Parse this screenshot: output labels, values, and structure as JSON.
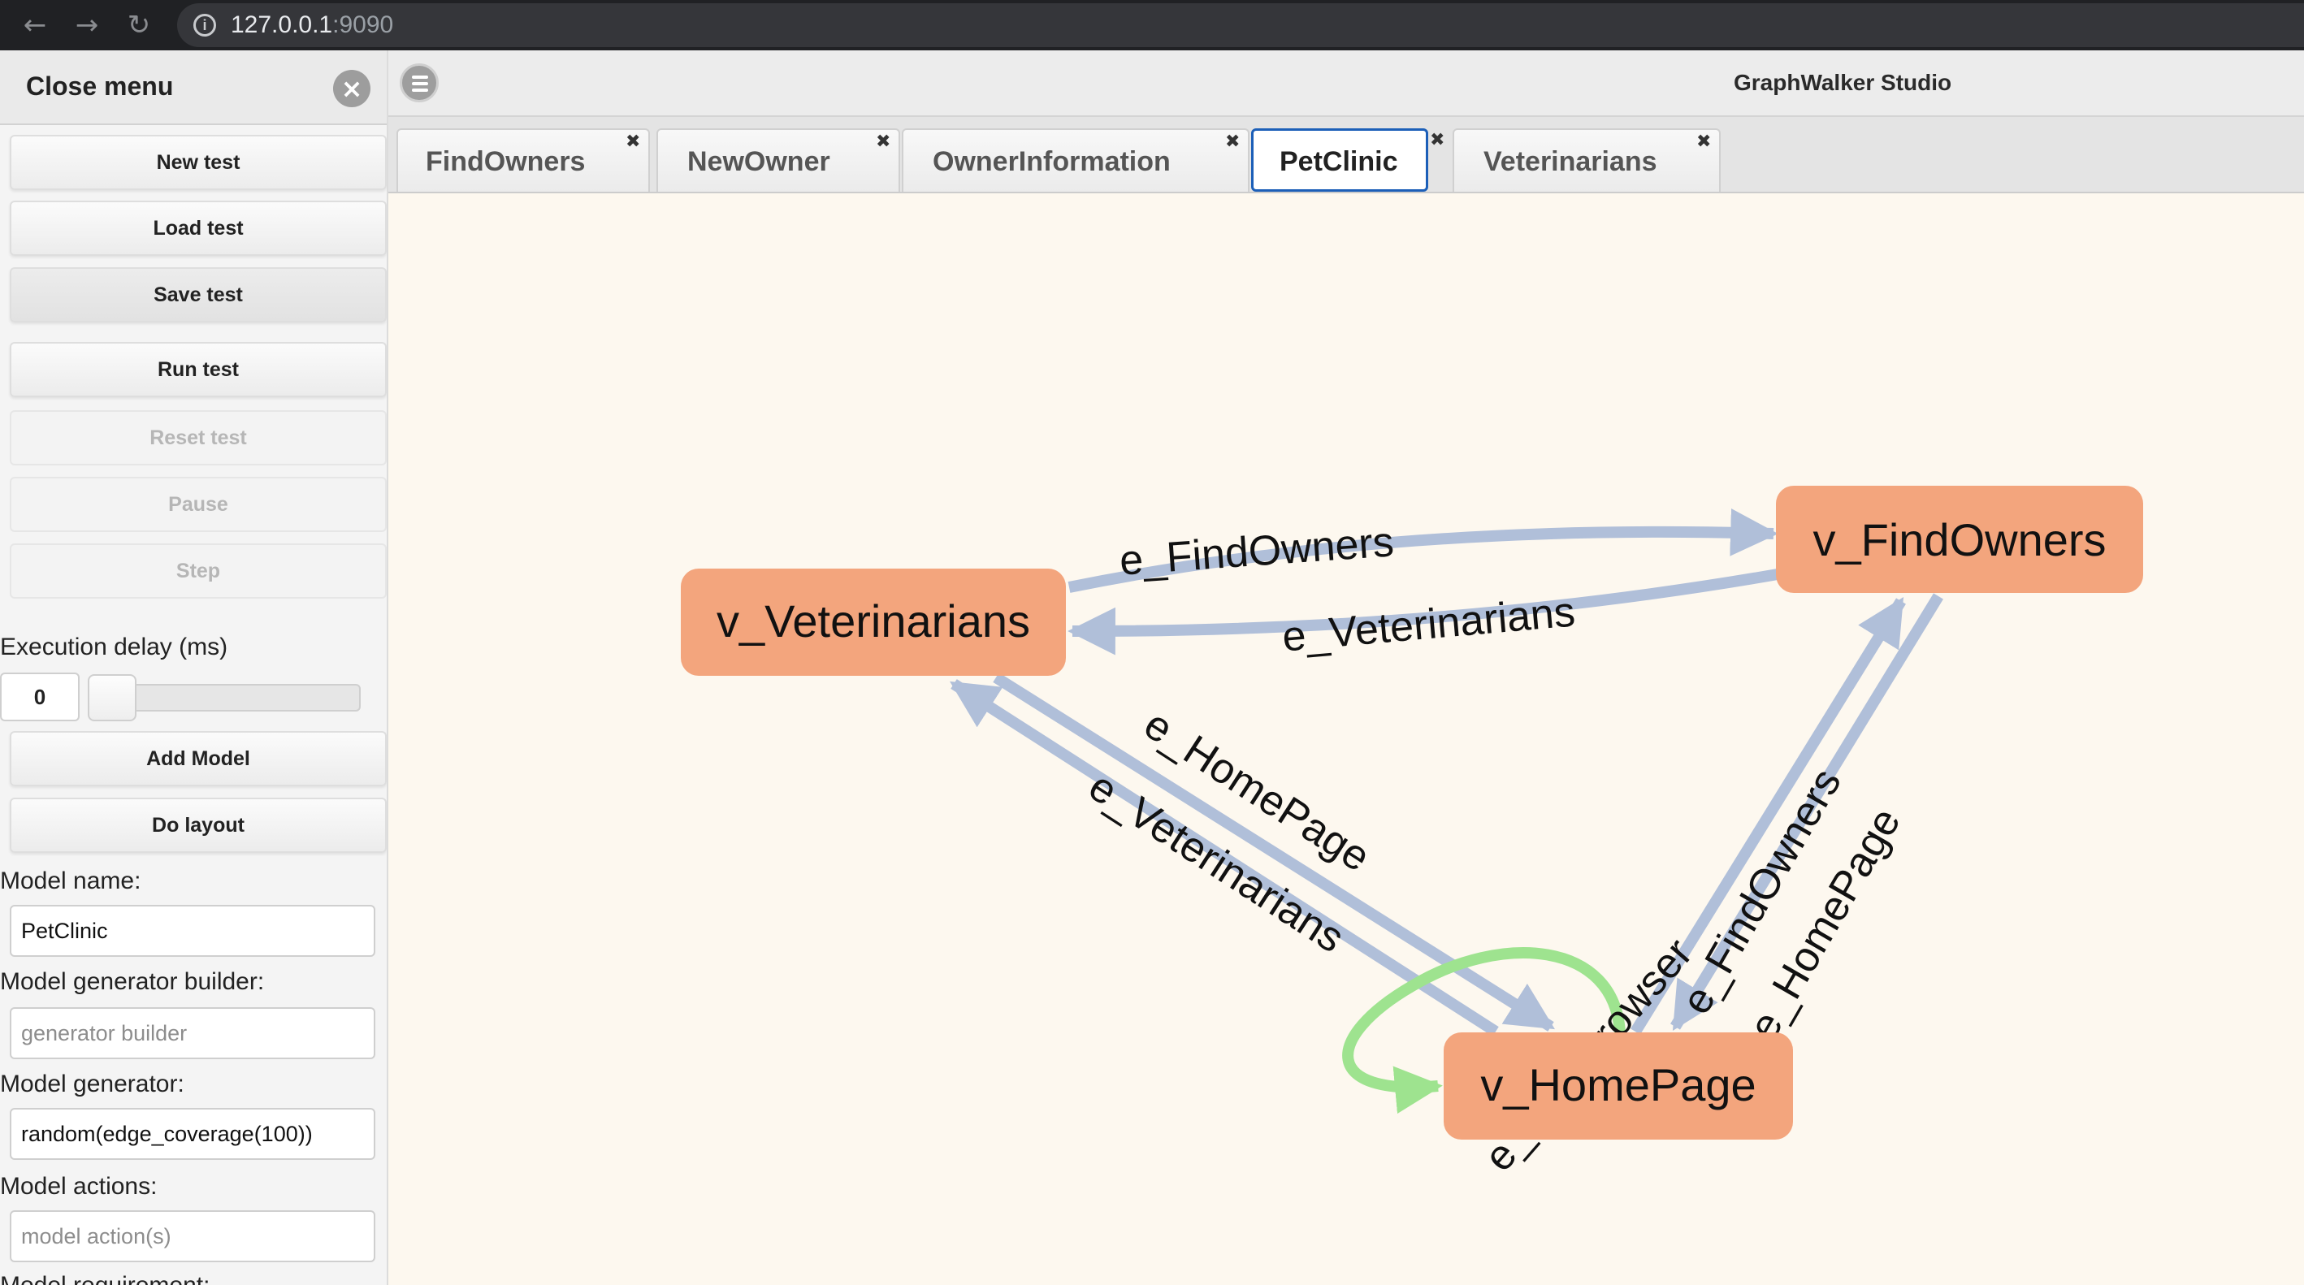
{
  "browser": {
    "url_host": "127.0.0.1",
    "url_port": ":9090",
    "icons": [
      "back-arrow-icon",
      "forward-arrow-icon",
      "reload-icon",
      "info-icon"
    ]
  },
  "sidebar": {
    "close_label": "Close menu",
    "buttons": {
      "new_test": "New test",
      "load_test": "Load test",
      "save_test": "Save test",
      "run_test": "Run test",
      "reset_test": "Reset test",
      "pause": "Pause",
      "step": "Step",
      "add_model": "Add Model",
      "do_layout": "Do layout"
    },
    "execution_delay_label": "Execution delay (ms)",
    "execution_delay_value": "0",
    "model_name_label": "Model name:",
    "model_name_value": "PetClinic",
    "generator_builder_label": "Model generator builder:",
    "generator_builder_placeholder": "generator builder",
    "generator_label": "Model generator:",
    "generator_value": "random(edge_coverage(100))",
    "actions_label": "Model actions:",
    "actions_placeholder": "model action(s)",
    "requirement_label": "Model requirement:"
  },
  "header": {
    "title": "GraphWalker Studio"
  },
  "tabs": [
    {
      "label": "FindOwners",
      "active": false
    },
    {
      "label": "NewOwner",
      "active": false
    },
    {
      "label": "OwnerInformation",
      "active": false
    },
    {
      "label": "PetClinic",
      "active": true
    },
    {
      "label": "Veterinarians",
      "active": false
    }
  ],
  "tab_close_glyph": "✖",
  "graph": {
    "vertices": {
      "veterinarians": "v_Veterinarians",
      "find_owners": "v_FindOwners",
      "home_page": "v_HomePage"
    },
    "edges": {
      "find_owners_top": "e_FindOwners",
      "veterinarians_top": "e_Veterinarians",
      "home_page_left": "e_HomePage",
      "veterinarians_left": "e_Veterinarians",
      "start_browser": "e_StartBrowser",
      "find_owners_right": "e_FindOwners",
      "home_page_right": "e_HomePage"
    },
    "colors": {
      "vertex": "#f3a57d",
      "edge": "#b0bfd9",
      "start_edge": "#9ee38f"
    }
  }
}
